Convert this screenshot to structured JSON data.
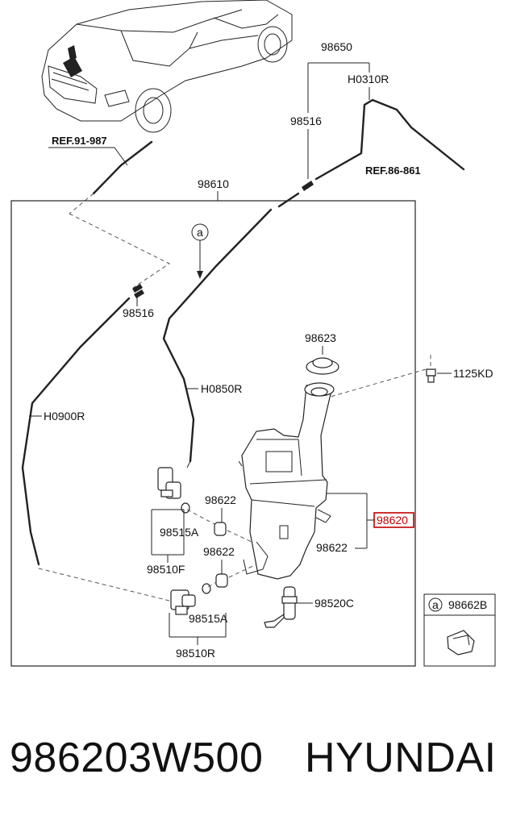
{
  "labels": {
    "l98650": "98650",
    "lH0310R": "H0310R",
    "l98516_top": "98516",
    "lRef91": "REF.91-987",
    "lRef86": "REF.86-861",
    "l98610": "98610",
    "lA_circle": "a",
    "l98516_left": "98516",
    "l98623": "98623",
    "l1125KD": "1125KD",
    "lH0850R": "H0850R",
    "lH0900R": "H0900R",
    "l98622_a": "98622",
    "l98515A_a": "98515A",
    "l98620": "98620",
    "l98622_b": "98622",
    "l98622_c": "98622",
    "l98510F": "98510F",
    "l98520C": "98520C",
    "l98515A_b": "98515A",
    "l98510R": "98510R",
    "lInsetA": "a",
    "l98662B": "98662B"
  },
  "footer": {
    "part_number": "986203W500",
    "brand": "HYUNDAI"
  },
  "colors": {
    "highlight": "#c00000",
    "line": "#222222"
  }
}
